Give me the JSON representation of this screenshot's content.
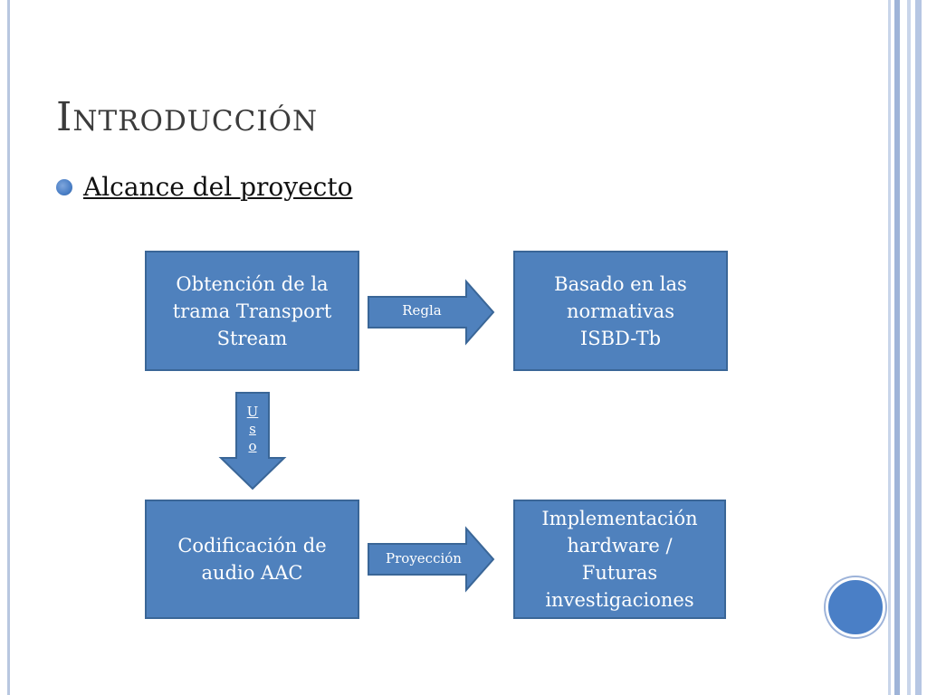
{
  "slide": {
    "title": "Introducción",
    "bullet": "Alcance del proyecto"
  },
  "diagram": {
    "boxes": {
      "top_left": "Obtención de la\ntrama Transport\nStream",
      "top_right": "Basado en las\nnormativas\nISBD-Tb",
      "bottom_left": "Codificación de\naudio AAC",
      "bottom_right": "Implementación\nhardware /\nFuturas\ninvestigaciones"
    },
    "arrows": {
      "regla": "Regla",
      "uso": "U\ns\no",
      "proyeccion": "Proyección"
    }
  },
  "colors": {
    "box_fill": "#4f81bd",
    "box_border": "#3a6697",
    "accent": "#4a7fc6",
    "title": "#3b3b3b"
  }
}
